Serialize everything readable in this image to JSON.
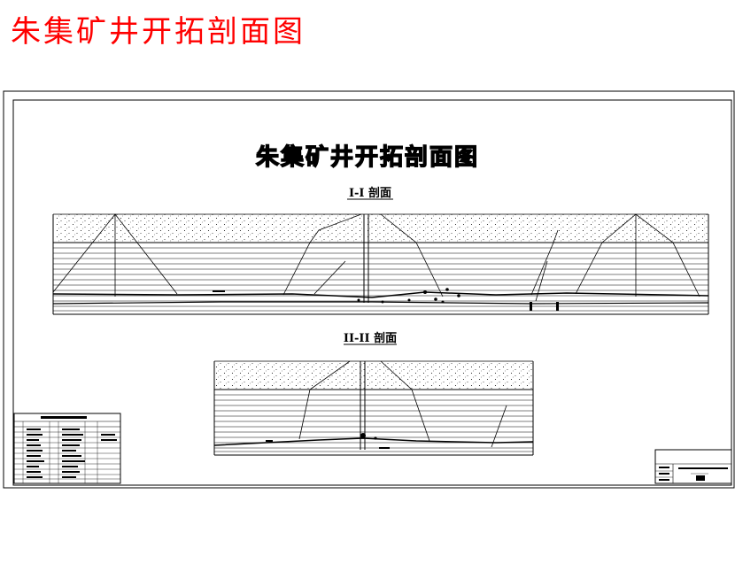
{
  "header": {
    "title": "朱集矿井开拓剖面图"
  },
  "drawing": {
    "title": "朱集矿井开拓剖面图",
    "section1_label": "I-I 剖面",
    "section2_label": "II-II 剖面"
  },
  "colors": {
    "header_title": "#ff0000",
    "lines": "#000000"
  }
}
